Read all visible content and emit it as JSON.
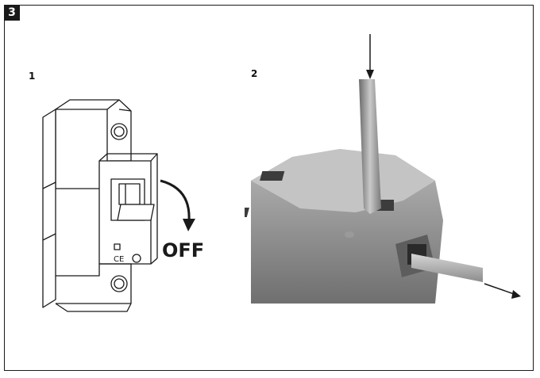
{
  "figure_number": "3",
  "steps": [
    {
      "number": "1",
      "annotation": "OFF",
      "icon": "circuit-breaker-icon"
    },
    {
      "number": "2",
      "icon": "screwdriver-release-icon"
    }
  ],
  "colors": {
    "ink": "#1a1a1a",
    "grey_housing": "#8f8f8f",
    "rod": "#b4b4b4"
  }
}
